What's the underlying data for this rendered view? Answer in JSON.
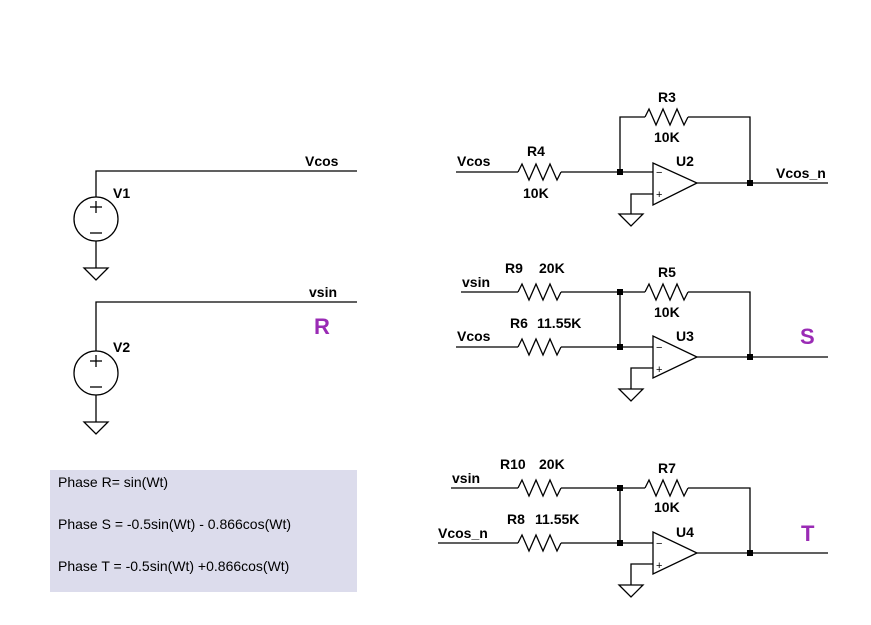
{
  "colors": {
    "wire": "#000000",
    "phase_label": "#9a2bb5",
    "note_bg": "#dcdcec"
  },
  "sources": {
    "v1": {
      "name": "V1",
      "net": "Vcos"
    },
    "v2": {
      "name": "V2",
      "net": "vsin"
    }
  },
  "phase_labels": {
    "r": "R",
    "s": "S",
    "t": "T"
  },
  "stage_u2": {
    "input_net": "Vcos",
    "output_net": "Vcos_n",
    "opamp": "U2",
    "r_in": {
      "name": "R4",
      "value": "10K"
    },
    "r_fb": {
      "name": "R3",
      "value": "10K"
    }
  },
  "stage_u3": {
    "input_a_net": "vsin",
    "input_b_net": "Vcos",
    "opamp": "U3",
    "r_a": {
      "name": "R9",
      "value": "20K"
    },
    "r_b": {
      "name": "R6",
      "value": "11.55K"
    },
    "r_fb": {
      "name": "R5",
      "value": "10K"
    }
  },
  "stage_u4": {
    "input_a_net": "vsin",
    "input_b_net": "Vcos_n",
    "opamp": "U4",
    "r_a": {
      "name": "R10",
      "value": "20K"
    },
    "r_b": {
      "name": "R8",
      "value": "11.55K"
    },
    "r_fb": {
      "name": "R7",
      "value": "10K"
    }
  },
  "pin_marks": {
    "minus": "−",
    "plus": "+"
  },
  "notes": [
    "Phase R= sin(Wt)",
    "Phase S = -0.5sin(Wt) - 0.866cos(Wt)",
    "Phase T = -0.5sin(Wt) +0.866cos(Wt)"
  ]
}
